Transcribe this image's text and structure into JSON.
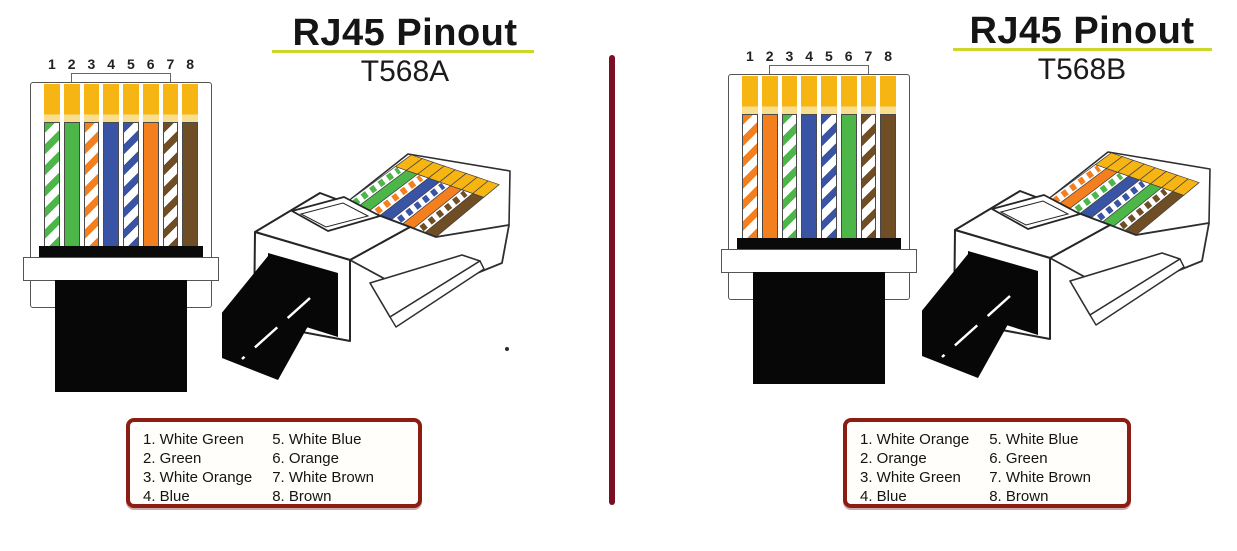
{
  "panels": {
    "t568a": {
      "title": "RJ45 Pinout",
      "subtitle": "T568A",
      "pin_numbers": [
        "1",
        "2",
        "3",
        "4",
        "5",
        "6",
        "7",
        "8"
      ],
      "wires": [
        {
          "pin": 1,
          "label": "White Green",
          "type": "striped",
          "color": "#4CB648"
        },
        {
          "pin": 2,
          "label": "Green",
          "type": "solid",
          "color": "#4CB648"
        },
        {
          "pin": 3,
          "label": "White Orange",
          "type": "striped",
          "color": "#F47F1F"
        },
        {
          "pin": 4,
          "label": "Blue",
          "type": "solid",
          "color": "#3954A5"
        },
        {
          "pin": 5,
          "label": "White Blue",
          "type": "striped",
          "color": "#3954A5"
        },
        {
          "pin": 6,
          "label": "Orange",
          "type": "solid",
          "color": "#F47F1F"
        },
        {
          "pin": 7,
          "label": "White Brown",
          "type": "striped",
          "color": "#6F4E25"
        },
        {
          "pin": 8,
          "label": "Brown",
          "type": "solid",
          "color": "#6F4E25"
        }
      ],
      "legend": {
        "col1": [
          "1. White Green",
          "2. Green",
          "3. White Orange",
          "4. Blue"
        ],
        "col2": [
          "5. White Blue",
          "6. Orange",
          "7. White Brown",
          "8. Brown"
        ]
      }
    },
    "t568b": {
      "title": "RJ45 Pinout",
      "subtitle": "T568B",
      "pin_numbers": [
        "1",
        "2",
        "3",
        "4",
        "5",
        "6",
        "7",
        "8"
      ],
      "wires": [
        {
          "pin": 1,
          "label": "White Orange",
          "type": "striped",
          "color": "#F47F1F"
        },
        {
          "pin": 2,
          "label": "Orange",
          "type": "solid",
          "color": "#F47F1F"
        },
        {
          "pin": 3,
          "label": "White Green",
          "type": "striped",
          "color": "#4CB648"
        },
        {
          "pin": 4,
          "label": "Blue",
          "type": "solid",
          "color": "#3954A5"
        },
        {
          "pin": 5,
          "label": "White Blue",
          "type": "striped",
          "color": "#3954A5"
        },
        {
          "pin": 6,
          "label": "Green",
          "type": "solid",
          "color": "#4CB648"
        },
        {
          "pin": 7,
          "label": "White Brown",
          "type": "striped",
          "color": "#6F4E25"
        },
        {
          "pin": 8,
          "label": "Brown",
          "type": "solid",
          "color": "#6F4E25"
        }
      ],
      "legend": {
        "col1": [
          "1. White Orange",
          "2. Orange",
          "3. White Green",
          "4. Blue"
        ],
        "col2": [
          "5. White Blue",
          "6. Green",
          "7. White Brown",
          "8. Brown"
        ]
      }
    }
  },
  "colors": {
    "pin_gold": "#F7B514",
    "pin_gold_light": "#F8DF8F",
    "underline": "#CDD62B",
    "divider": "#7A0E22",
    "legend_border": "#8B1D13",
    "cable_black": "#070707",
    "outline": "#2E2E2E"
  }
}
